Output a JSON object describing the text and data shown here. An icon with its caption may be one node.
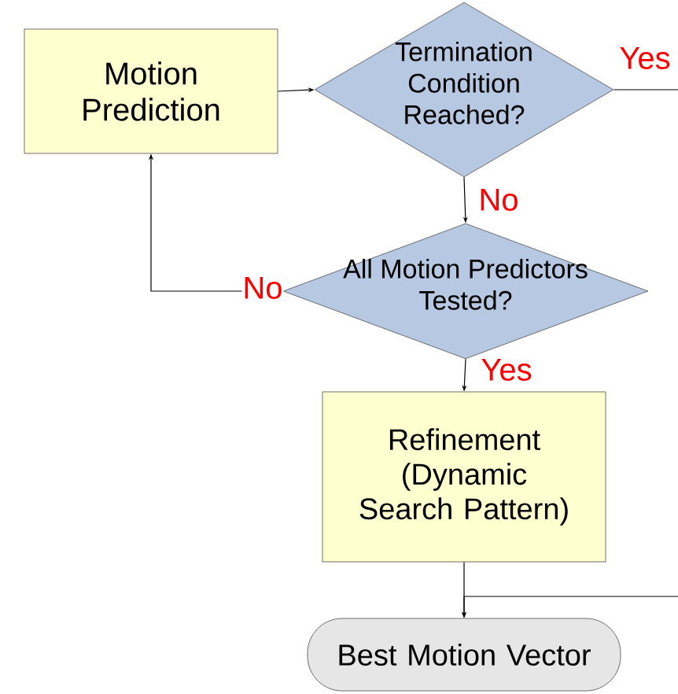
{
  "diagram": {
    "nodes": [
      {
        "text": [
          "Motion Prediction"
        ]
      },
      {
        "text": [
          "Termination Condition Reached?"
        ]
      },
      {
        "text": [
          "All Motion Predictors Tested?"
        ]
      },
      {
        "text": [
          "Refinement (Dynamic Search Pattern)"
        ]
      },
      {
        "text": [
          "Best Motion Vector"
        ]
      }
    ],
    "edges": [
      {
        "from": 0,
        "to": 1,
        "arrow": "to"
      },
      {
        "from": 1,
        "to": null,
        "arrow": "none",
        "label": "Yes"
      },
      {
        "from": 1,
        "to": 2,
        "arrow": "to",
        "label": "No"
      },
      {
        "from": 2,
        "to": 0,
        "arrow": "to",
        "label": "No"
      },
      {
        "from": 2,
        "to": 3,
        "arrow": "to",
        "label": "Yes"
      },
      {
        "from": 3,
        "to": 4,
        "arrow": "to"
      },
      {
        "from": null,
        "to": 4,
        "arrow": "to"
      }
    ]
  }
}
